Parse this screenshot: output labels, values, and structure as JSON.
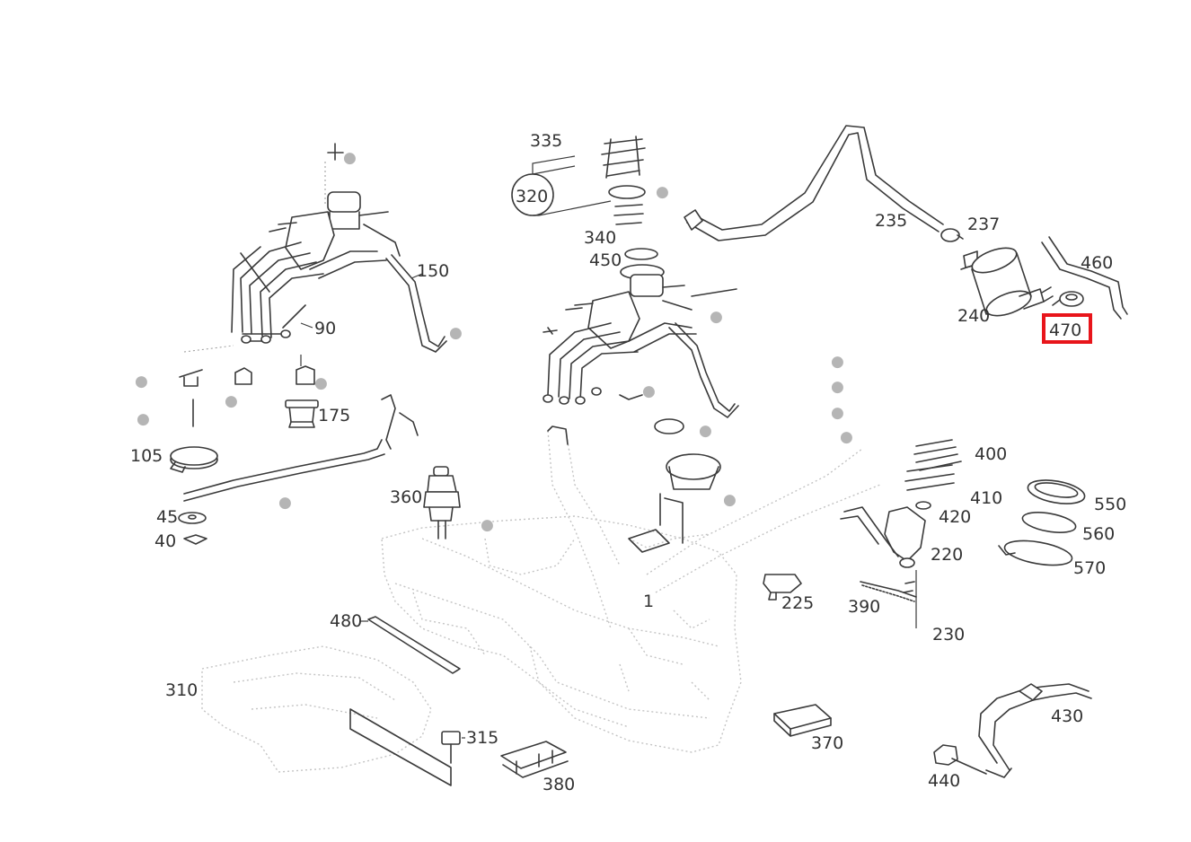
{
  "highlight": {
    "label": "470",
    "color": "#e8151b"
  },
  "callouts": {
    "c335": "335",
    "c320": "320",
    "c340": "340",
    "c450": "450",
    "c235": "235",
    "c237": "237",
    "c460": "460",
    "c240": "240",
    "c470": "470",
    "c150": "150",
    "c90": "90",
    "c175": "175",
    "c105": "105",
    "c45": "45",
    "c40": "40",
    "c360": "360",
    "c400": "400",
    "c410": "410",
    "c420": "420",
    "c550": "550",
    "c560": "560",
    "c570": "570",
    "c220": "220",
    "c225": "225",
    "c390": "390",
    "c230": "230",
    "c1": "1",
    "c480": "480",
    "c310": "310",
    "c315": "315",
    "c380": "380",
    "c370": "370",
    "c430": "430",
    "c440": "440"
  }
}
